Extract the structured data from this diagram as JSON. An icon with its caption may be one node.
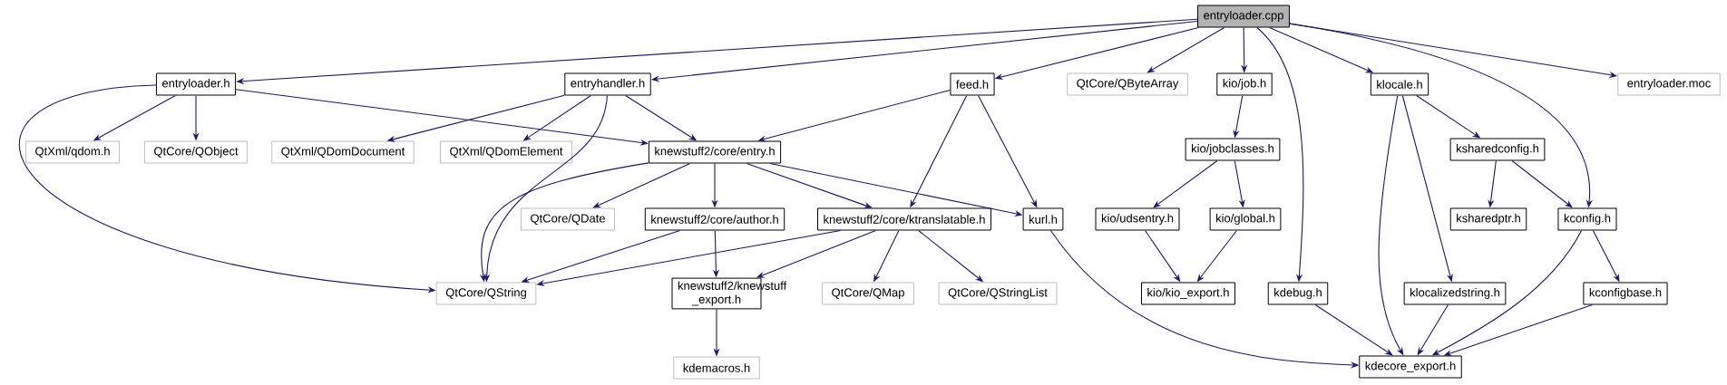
{
  "diagram": {
    "nodes": [
      {
        "text": [
          "entryloader.cpp"
        ]
      },
      {
        "text": [
          "entryloader.h"
        ]
      },
      {
        "text": [
          "entryhandler.h"
        ]
      },
      {
        "text": [
          "feed.h"
        ]
      },
      {
        "text": [
          "QtCore/QByteArray"
        ]
      },
      {
        "text": [
          "kio/job.h"
        ]
      },
      {
        "text": [
          "klocale.h"
        ]
      },
      {
        "text": [
          "entryloader.moc"
        ]
      },
      {
        "text": [
          "QtXml/qdom.h"
        ]
      },
      {
        "text": [
          "QtCore/QObject"
        ]
      },
      {
        "text": [
          "QtXml/QDomDocument"
        ]
      },
      {
        "text": [
          "QtXml/QDomElement"
        ]
      },
      {
        "text": [
          "knewstuff2/core/entry.h"
        ]
      },
      {
        "text": [
          "kio/jobclasses.h"
        ]
      },
      {
        "text": [
          "ksharedconfig.h"
        ]
      },
      {
        "text": [
          "QtCore/QDate"
        ]
      },
      {
        "text": [
          "knewstuff2/core/author.h"
        ]
      },
      {
        "text": [
          "knewstuff2/core/ktranslatable.h"
        ]
      },
      {
        "text": [
          "kurl.h"
        ]
      },
      {
        "text": [
          "kio/udsentry.h"
        ]
      },
      {
        "text": [
          "kio/global.h"
        ]
      },
      {
        "text": [
          "ksharedptr.h"
        ]
      },
      {
        "text": [
          "kconfig.h"
        ]
      },
      {
        "text": [
          "QtCore/QString"
        ]
      },
      {
        "text": [
          "knewstuff2/knewstuff _export.h"
        ]
      },
      {
        "text": [
          "QtCore/QMap"
        ]
      },
      {
        "text": [
          "QtCore/QStringList"
        ]
      },
      {
        "text": [
          "kio/kio_export.h"
        ]
      },
      {
        "text": [
          "kdebug.h"
        ]
      },
      {
        "text": [
          "klocalizedstring.h"
        ]
      },
      {
        "text": [
          "kconfigbase.h"
        ]
      },
      {
        "text": [
          "kdemacros.h"
        ]
      },
      {
        "text": [
          "kdecore_export.h"
        ]
      }
    ],
    "edges": [
      {
        "from": 0,
        "to": 1,
        "arrow": "to"
      },
      {
        "from": 0,
        "to": 2,
        "arrow": "to"
      },
      {
        "from": 0,
        "to": 3,
        "arrow": "to"
      },
      {
        "from": 0,
        "to": 4,
        "arrow": "to"
      },
      {
        "from": 0,
        "to": 5,
        "arrow": "to"
      },
      {
        "from": 0,
        "to": 28,
        "arrow": "to"
      },
      {
        "from": 0,
        "to": 6,
        "arrow": "to"
      },
      {
        "from": 0,
        "to": 22,
        "arrow": "to"
      },
      {
        "from": 0,
        "to": 7,
        "arrow": "to"
      },
      {
        "from": 1,
        "to": 23,
        "arrow": "to"
      },
      {
        "from": 1,
        "to": 8,
        "arrow": "to"
      },
      {
        "from": 1,
        "to": 9,
        "arrow": "to"
      },
      {
        "from": 1,
        "to": 12,
        "arrow": "to"
      },
      {
        "from": 2,
        "to": 10,
        "arrow": "to"
      },
      {
        "from": 2,
        "to": 11,
        "arrow": "to"
      },
      {
        "from": 2,
        "to": 12,
        "arrow": "to"
      },
      {
        "from": 2,
        "to": 23,
        "arrow": "to"
      },
      {
        "from": 3,
        "to": 12,
        "arrow": "to"
      },
      {
        "from": 3,
        "to": 17,
        "arrow": "to"
      },
      {
        "from": 3,
        "to": 18,
        "arrow": "to"
      },
      {
        "from": 12,
        "to": 23,
        "arrow": "to"
      },
      {
        "from": 12,
        "to": 15,
        "arrow": "to"
      },
      {
        "from": 12,
        "to": 16,
        "arrow": "to"
      },
      {
        "from": 12,
        "to": 17,
        "arrow": "to"
      },
      {
        "from": 12,
        "to": 18,
        "arrow": "to"
      },
      {
        "from": 16,
        "to": 23,
        "arrow": "to"
      },
      {
        "from": 16,
        "to": 24,
        "arrow": "to"
      },
      {
        "from": 17,
        "to": 23,
        "arrow": "to"
      },
      {
        "from": 17,
        "to": 24,
        "arrow": "to"
      },
      {
        "from": 17,
        "to": 25,
        "arrow": "to"
      },
      {
        "from": 17,
        "to": 26,
        "arrow": "to"
      },
      {
        "from": 18,
        "to": 32,
        "arrow": "to"
      },
      {
        "from": 5,
        "to": 13,
        "arrow": "to"
      },
      {
        "from": 13,
        "to": 19,
        "arrow": "to"
      },
      {
        "from": 13,
        "to": 20,
        "arrow": "to"
      },
      {
        "from": 19,
        "to": 27,
        "arrow": "to"
      },
      {
        "from": 20,
        "to": 27,
        "arrow": "to"
      },
      {
        "from": 6,
        "to": 14,
        "arrow": "to"
      },
      {
        "from": 6,
        "to": 32,
        "arrow": "to"
      },
      {
        "from": 6,
        "to": 29,
        "arrow": "to"
      },
      {
        "from": 14,
        "to": 21,
        "arrow": "to"
      },
      {
        "from": 14,
        "to": 22,
        "arrow": "to"
      },
      {
        "from": 22,
        "to": 30,
        "arrow": "to"
      },
      {
        "from": 22,
        "to": 32,
        "arrow": "to"
      },
      {
        "from": 29,
        "to": 32,
        "arrow": "to"
      },
      {
        "from": 30,
        "to": 32,
        "arrow": "to"
      },
      {
        "from": 28,
        "to": 32,
        "arrow": "to"
      },
      {
        "from": 24,
        "to": 31,
        "arrow": "to"
      }
    ]
  }
}
